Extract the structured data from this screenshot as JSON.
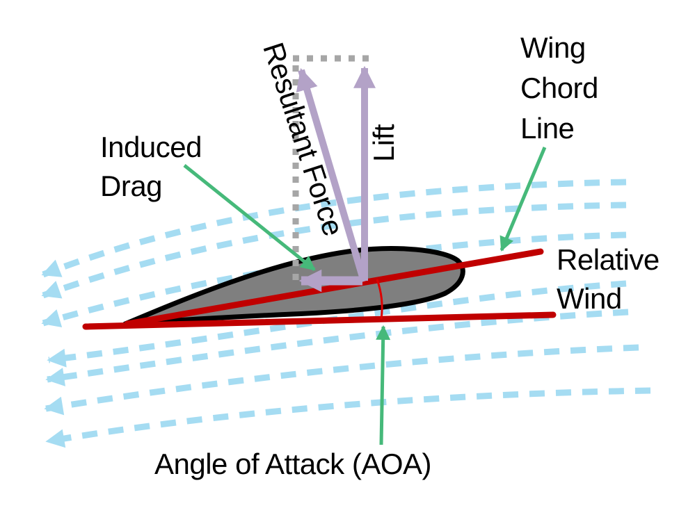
{
  "diagram": {
    "subject": "airfoil-angle-of-attack",
    "labels": {
      "induced_drag": {
        "line1": "Induced",
        "line2": "Drag"
      },
      "resultant_force": "Resultant Force",
      "lift": "Lift",
      "wing_chord": {
        "line1": "Wing",
        "line2": "Chord",
        "line3": "Line"
      },
      "relative_wind": {
        "line1": "Relative",
        "line2": "Wind"
      },
      "aoa": "Angle of Attack (AOA)"
    },
    "colors": {
      "force_arrow": "#b3a2c7",
      "pointer_arrow": "#46b97a",
      "chord_red": "#c00000",
      "aoa_red": "#dd0000",
      "streamline_blue": "#a5dcf2",
      "dotted_gray": "#a6a6a6",
      "airfoil_fill": "#7f7f7f",
      "airfoil_outline": "#000000",
      "text": "#000000",
      "background": "#ffffff"
    }
  }
}
